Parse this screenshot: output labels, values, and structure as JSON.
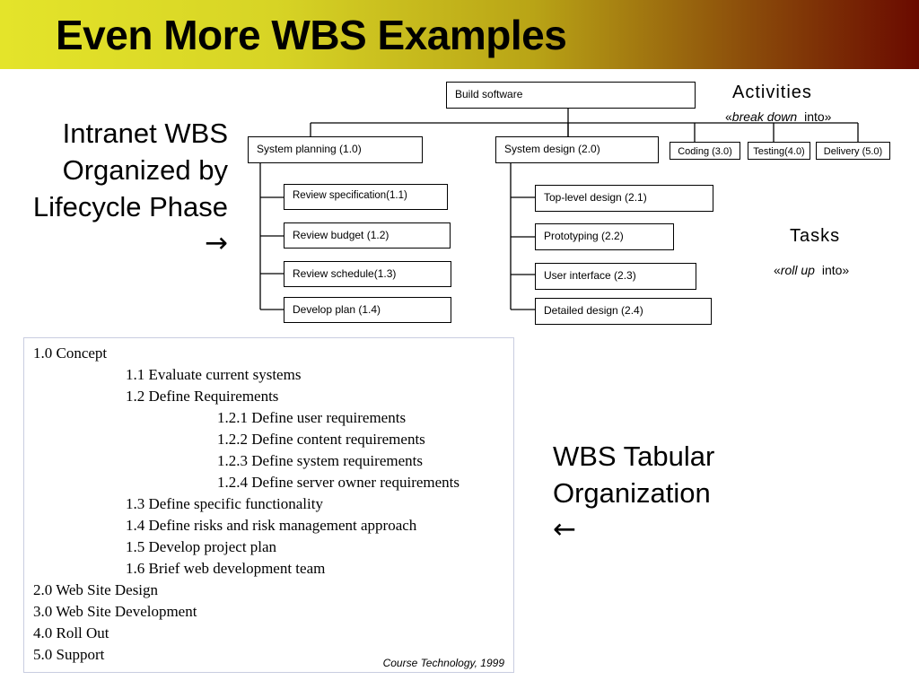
{
  "slide": {
    "title": "Even More WBS Examples",
    "left_label": [
      "Intranet WBS",
      "Organized by",
      "Lifecycle Phase",
      "→"
    ],
    "right_label": [
      "WBS Tabular",
      "Organization",
      "←"
    ]
  },
  "tree": {
    "root": "Build software",
    "phases": [
      {
        "label": "System planning (1.0)"
      },
      {
        "label": "System design (2.0)"
      },
      {
        "label": "Coding (3.0)"
      },
      {
        "label": "Testing(4.0)"
      },
      {
        "label": "Delivery (5.0)"
      }
    ],
    "planning_tasks": [
      "Review specification(1.1)",
      "Review budget (1.2)",
      "Review schedule(1.3)",
      "Develop plan (1.4)"
    ],
    "design_tasks": [
      "Top-level design (2.1)",
      "Prototyping (2.2)",
      "User interface (2.3)",
      "Detailed design (2.4)"
    ],
    "activities_note": {
      "title": "Activities",
      "prefix": "«",
      "emphasis": "break down",
      "suffix": "into»"
    },
    "tasks_note": {
      "title": "Tasks",
      "prefix": "«",
      "emphasis": "roll up",
      "suffix": "into»"
    }
  },
  "table": {
    "rows": [
      {
        "level": 0,
        "text": "1.0 Concept"
      },
      {
        "level": 1,
        "text": "1.1 Evaluate current systems"
      },
      {
        "level": 1,
        "text": "1.2 Define Requirements"
      },
      {
        "level": 2,
        "text": "1.2.1 Define user requirements"
      },
      {
        "level": 2,
        "text": "1.2.2 Define content requirements"
      },
      {
        "level": 2,
        "text": "1.2.3 Define system requirements"
      },
      {
        "level": 2,
        "text": "1.2.4 Define server owner requirements"
      },
      {
        "level": 1,
        "text": "1.3 Define specific functionality"
      },
      {
        "level": 1,
        "text": "1.4 Define risks and risk management approach"
      },
      {
        "level": 1,
        "text": "1.5 Develop project plan"
      },
      {
        "level": 1,
        "text": "1.6 Brief web development team"
      },
      {
        "level": 0,
        "text": "2.0 Web Site Design"
      },
      {
        "level": 0,
        "text": "3.0 Web Site Development"
      },
      {
        "level": 0,
        "text": "4.0 Roll Out"
      },
      {
        "level": 0,
        "text": "5.0 Support"
      }
    ],
    "credit": "Course Technology, 1999"
  }
}
